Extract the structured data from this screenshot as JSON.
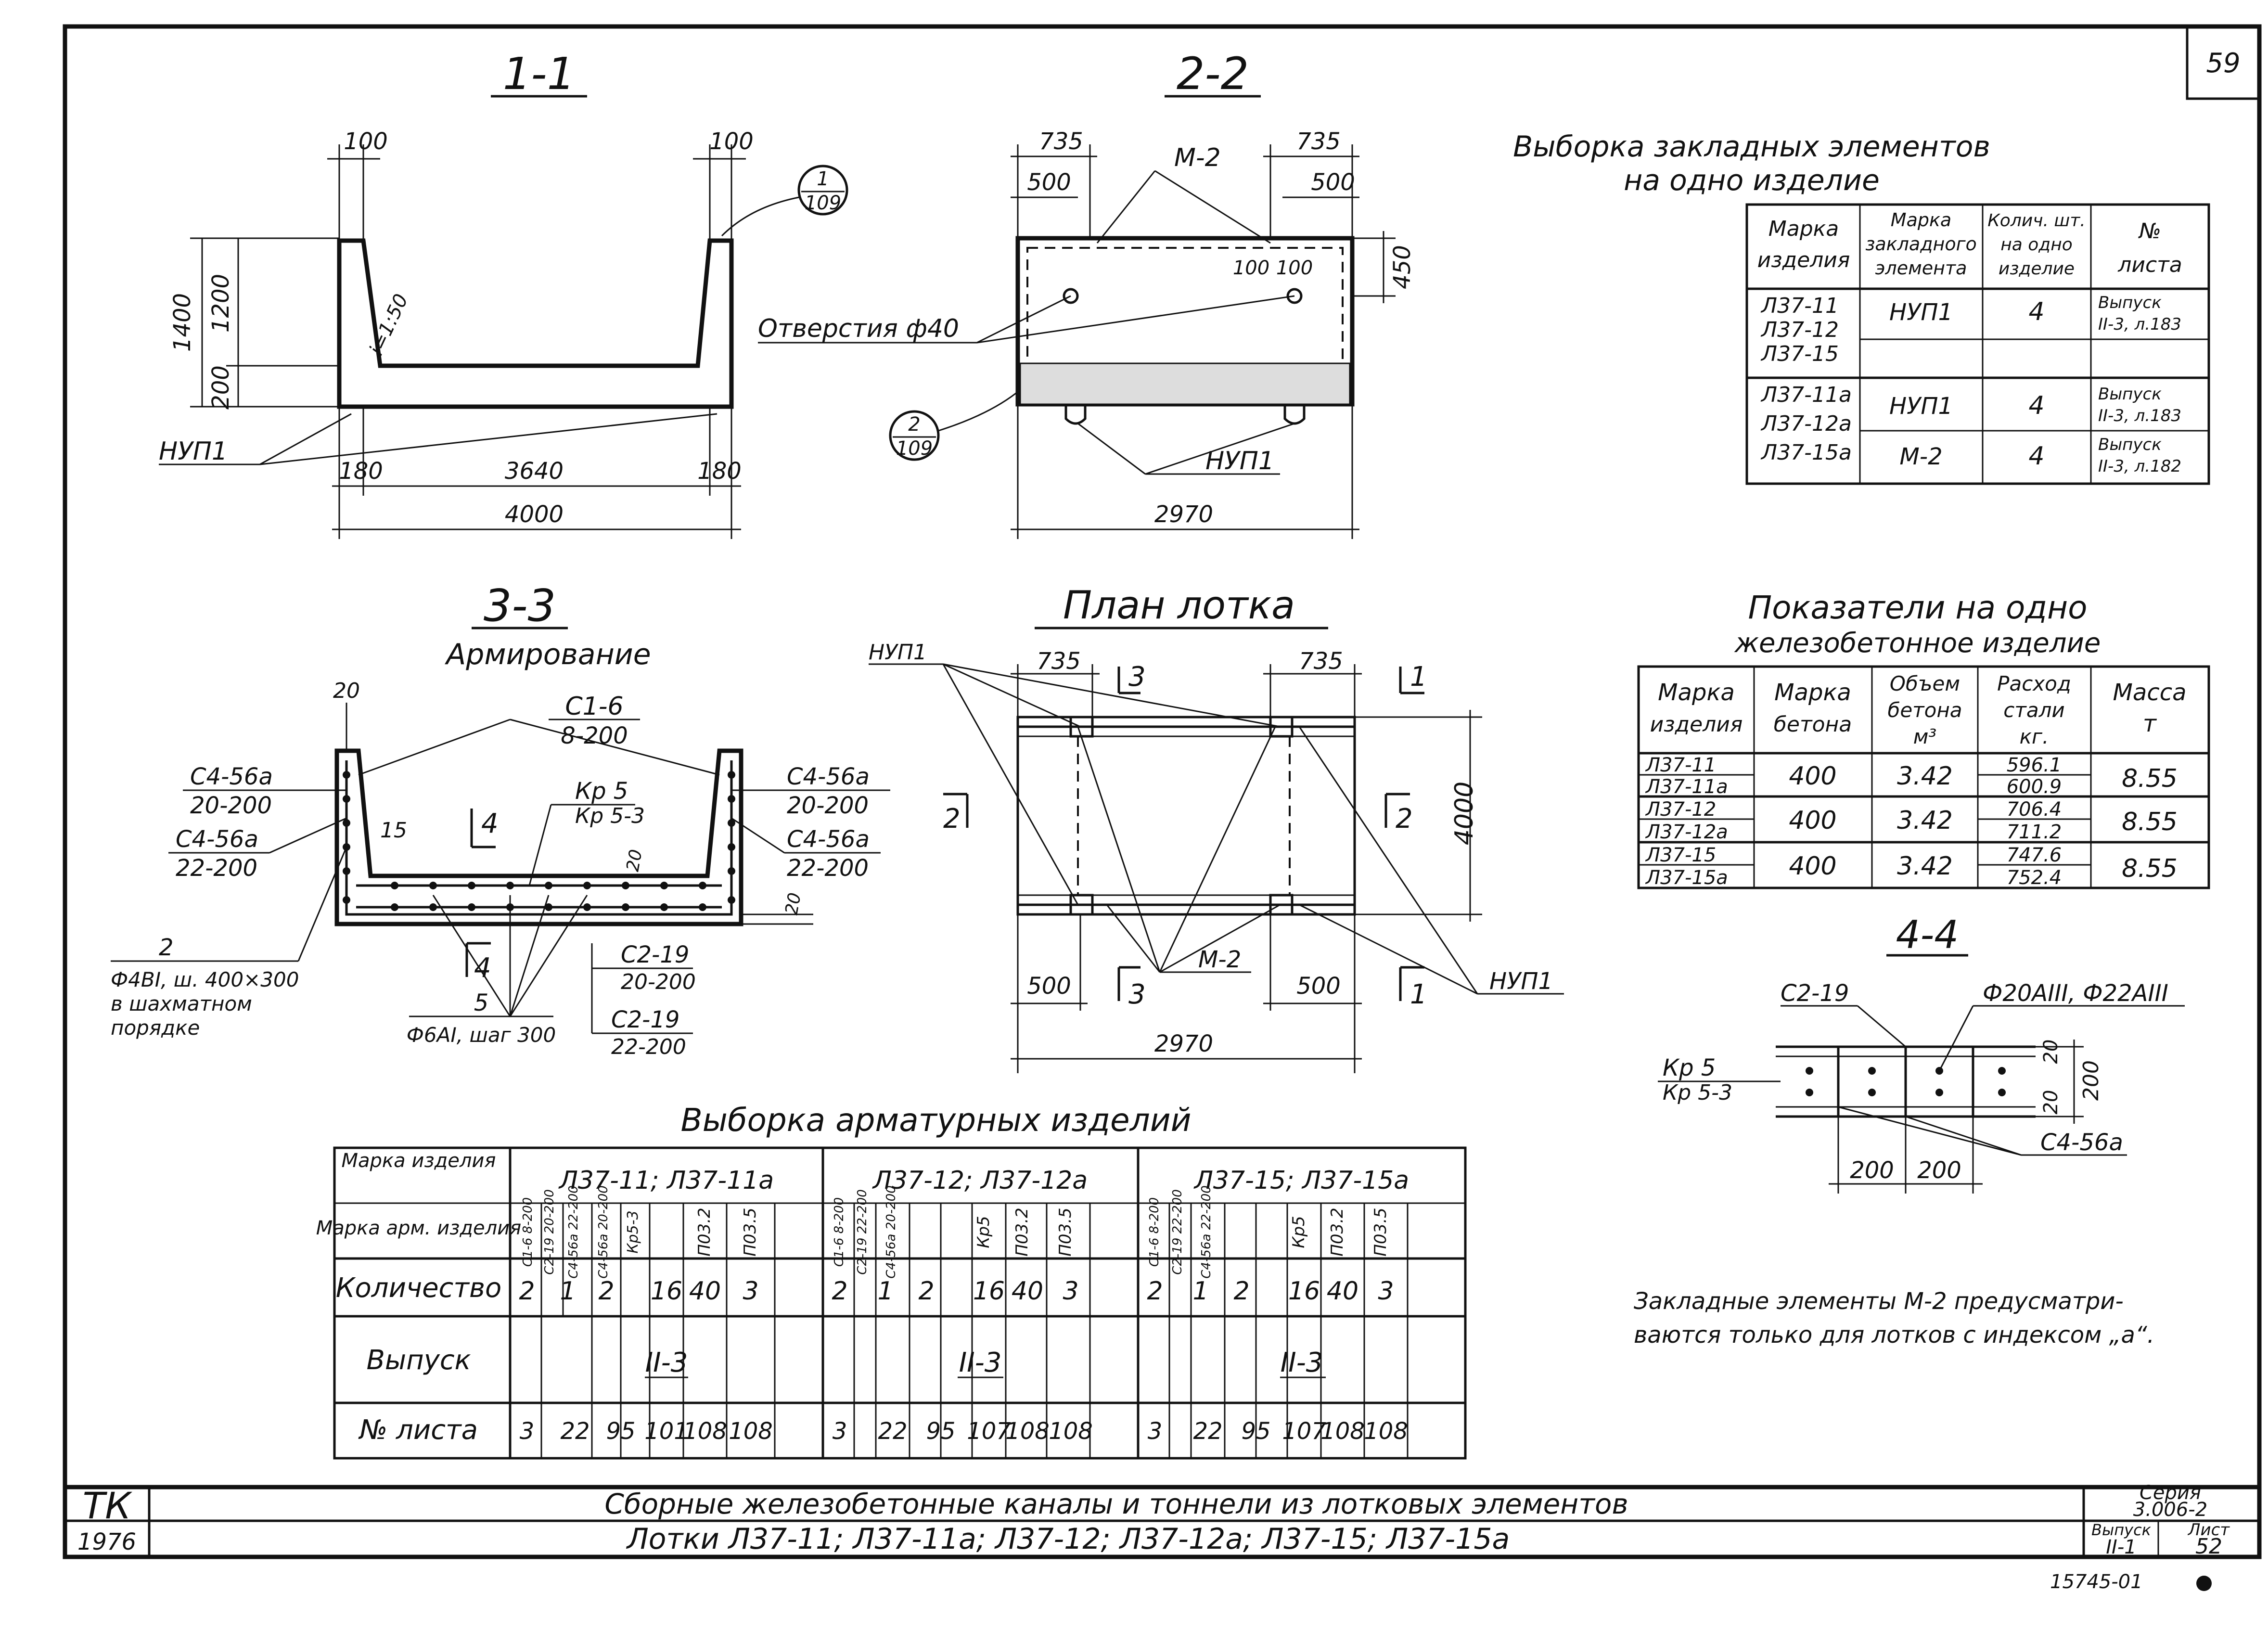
{
  "sheet_number": "59",
  "sections": {
    "s11": {
      "title": "1-1",
      "dims": [
        "100",
        "100",
        "1400",
        "1200",
        "200",
        "i=1:50",
        "180",
        "3640",
        "180",
        "4000"
      ],
      "callout": {
        "num": "1",
        "den": "109"
      },
      "label": "НУП1"
    },
    "s22": {
      "title": "2-2",
      "dims": [
        "735",
        "735",
        "500",
        "500",
        "100",
        "100",
        "450",
        "2970"
      ],
      "marks": [
        "М-2",
        "Отверстия ф40",
        "НУП1"
      ],
      "callout": {
        "num": "2",
        "den": "109"
      }
    },
    "s33": {
      "title": "3-3",
      "subtitle": "Армирование",
      "labels": [
        "20",
        "С1-6",
        "8-200",
        "С4-56а",
        "20-200",
        "С4-56а",
        "22-200",
        "С4-56а",
        "20-200",
        "С4-56а",
        "22-200",
        "15",
        "4",
        "Кр 5",
        "Кр 5-3",
        "20",
        "20",
        "4",
        "2",
        "Ф4ВI, ш. 400×300",
        "в шахматном",
        "порядке",
        "5",
        "Ф6АI, шаг 300",
        "С2-19",
        "20-200",
        "С2-19",
        "22-200"
      ]
    },
    "plan": {
      "title": "План лотка",
      "labels": [
        "НУП1",
        "735",
        "3",
        "735",
        "1",
        "2",
        "2",
        "4000",
        "500",
        "М-2",
        "3",
        "500",
        "1",
        "НУП1",
        "2970"
      ]
    },
    "s44": {
      "title": "4-4",
      "labels": [
        "С2-19",
        "Ф20АIII, Ф22АIII",
        "Кр 5",
        "Кр 5-3",
        "20",
        "20",
        "200",
        "200",
        "200",
        "С4-56а"
      ]
    }
  },
  "embedded_table": {
    "title1": "Выборка закладных элементов",
    "title2": "на одно изделие",
    "headers": [
      "Марка изделия",
      "Марка закладного элемента",
      "Колич. шт. на одно изделие",
      "№ листа"
    ],
    "rows": [
      [
        "Л37-11\nЛ37-12\nЛ37-15",
        "НУП1",
        "4",
        "Выпуск II-3, л.183"
      ],
      [
        "Л37-11а\nЛ37-12а\nЛ37-15а",
        "НУП1",
        "4",
        "Выпуск II-3, л.183"
      ],
      [
        "",
        "М-2",
        "4",
        "Выпуск II-3, л.182"
      ]
    ]
  },
  "indicators_table": {
    "title1": "Показатели на одно",
    "title2": "железобетонное изделие",
    "headers": [
      "Марка изделия",
      "Марка бетона",
      "Объем бетона м³",
      "Расход стали кг.",
      "Масса т"
    ],
    "rows": [
      {
        "marks": [
          "Л37-11",
          "Л37-11а"
        ],
        "concrete": "400",
        "volume": "3.42",
        "steel": [
          "596.1",
          "600.9"
        ],
        "mass": "8.55"
      },
      {
        "marks": [
          "Л37-12",
          "Л37-12а"
        ],
        "concrete": "400",
        "volume": "3.42",
        "steel": [
          "706.4",
          "711.2"
        ],
        "mass": "8.55"
      },
      {
        "marks": [
          "Л37-15",
          "Л37-15а"
        ],
        "concrete": "400",
        "volume": "3.42",
        "steel": [
          "747.6",
          "752.4"
        ],
        "mass": "8.55"
      }
    ]
  },
  "rebar_table": {
    "title": "Выборка арматурных изделий",
    "row_labels": [
      "Марка изделия",
      "Марка арм. изделия",
      "Количество",
      "Выпуск",
      "№ листа"
    ],
    "groups": [
      {
        "name": "Л37-11; Л37-11а",
        "items": [
          "С1-6 8-200",
          "С2-19 20-200",
          "С4-56а 22-200",
          "С4-56а 20-200",
          "Кр5-3",
          "П03.2",
          "П03.5"
        ],
        "qty": [
          "2",
          "1",
          "2",
          "16",
          "40",
          "3"
        ],
        "issue": "II-3",
        "sheets": [
          "3",
          "22",
          "95",
          "101",
          "108",
          "108"
        ]
      },
      {
        "name": "Л37-12; Л37-12а",
        "items": [
          "С1-6 8-200",
          "С2-19 22-200",
          "С4-56а 20-200",
          "Кр5",
          "П03.2",
          "П03.5"
        ],
        "qty": [
          "2",
          "1",
          "2",
          "16",
          "40",
          "3"
        ],
        "issue": "II-3",
        "sheets": [
          "3",
          "22",
          "95",
          "107",
          "108",
          "108"
        ]
      },
      {
        "name": "Л37-15; Л37-15а",
        "items": [
          "С1-6 8-200",
          "С2-19 22-200",
          "С4-56а 22-200",
          "Кр5",
          "П03.2",
          "П03.5"
        ],
        "qty": [
          "2",
          "1",
          "2",
          "16",
          "40",
          "3"
        ],
        "issue": "II-3",
        "sheets": [
          "3",
          "22",
          "95",
          "107",
          "108",
          "108"
        ]
      }
    ]
  },
  "note": {
    "line1": "Закладные элементы М-2 предусматри-",
    "line2": "ваются только для лотков с индексом „а“."
  },
  "title_block": {
    "org": "ТК",
    "year": "1976",
    "title": "Сборные железобетонные каналы и тоннели из лотковых элементов",
    "subtitle": "Лотки Л37-11; Л37-11а; Л37-12; Л37-12а; Л37-15; Л37-15а",
    "series_label": "Серия",
    "series": "3.006-2",
    "issue_label": "Выпуск",
    "issue": "II-1",
    "sheet_label": "Лист",
    "sheet": "52"
  },
  "footer_code": "15745-01"
}
